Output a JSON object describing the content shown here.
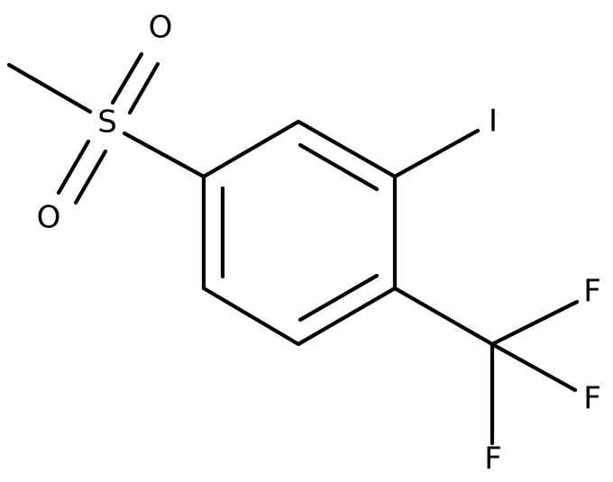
{
  "molecule": {
    "atoms": {
      "S": "S",
      "O_top": "O",
      "O_bottom": "O",
      "I": "I",
      "F_upper": "F",
      "F_middle": "F",
      "F_lower": "F"
    }
  },
  "colors": {
    "bond": "#000000",
    "label": "#000000",
    "background": "#ffffff"
  }
}
